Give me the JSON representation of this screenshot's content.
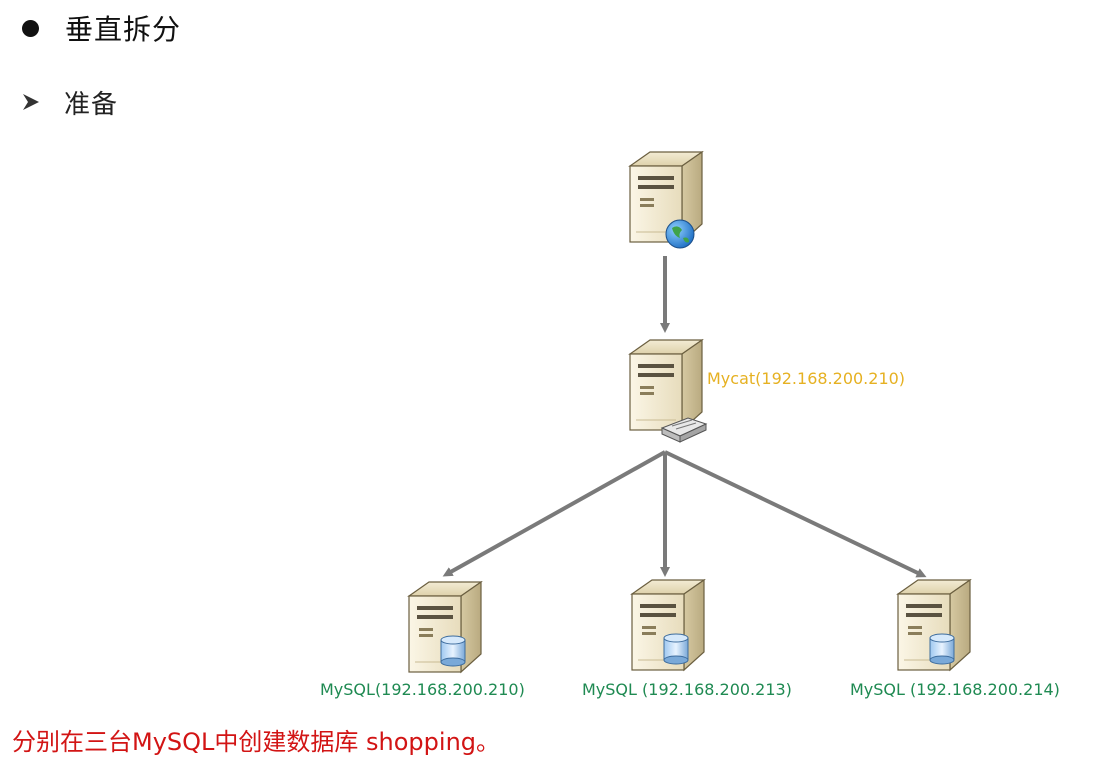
{
  "heading": {
    "text": "垂直拆分"
  },
  "subheading": {
    "text": "准备"
  },
  "diagram": {
    "top_server": {
      "icon": "web-server-icon"
    },
    "mycat": {
      "label": "Mycat(192.168.200.210)",
      "icon": "proxy-server-icon"
    },
    "mysql_nodes": [
      {
        "label": "MySQL(192.168.200.210)",
        "icon": "database-server-icon"
      },
      {
        "label": "MySQL (192.168.200.213)",
        "icon": "database-server-icon"
      },
      {
        "label": "MySQL (192.168.200.214)",
        "icon": "database-server-icon"
      }
    ],
    "colors": {
      "mycat_label": "#e6b122",
      "mysql_label": "#1f8a52",
      "connector": "#7a7a7a"
    }
  },
  "footer": {
    "text": "分别在三台MySQL中创建数据库 shopping。",
    "color": "#d21414"
  }
}
